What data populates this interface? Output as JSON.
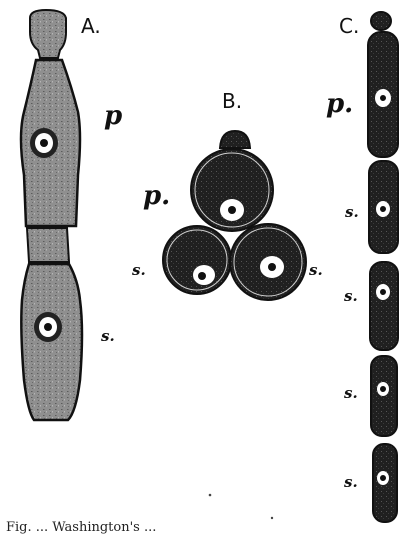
{
  "figure": {
    "panels": [
      {
        "id": "A",
        "cell_labels": [
          "p",
          "s"
        ]
      },
      {
        "id": "B",
        "cell_labels": [
          "p",
          "s",
          "s"
        ]
      },
      {
        "id": "C",
        "cell_labels": [
          "p",
          "s",
          "s",
          "s",
          "s"
        ]
      }
    ],
    "caption": "Fig. ... Washington's ..."
  },
  "labels": {
    "panel_a": "A.",
    "panel_b": "B.",
    "panel_c": "C.",
    "a_p": "p",
    "a_s": "s.",
    "b_p": "p.",
    "b_s_left": "s.",
    "b_s_right": "s.",
    "c_p": "p.",
    "c_s1": "s.",
    "c_s2": "s.",
    "c_s3": "s.",
    "c_s4": "s."
  },
  "colors": {
    "cell_light": "#8a8a8a",
    "cell_dark": "#1e1e1e",
    "outline": "#111111",
    "background": "#ffffff"
  }
}
